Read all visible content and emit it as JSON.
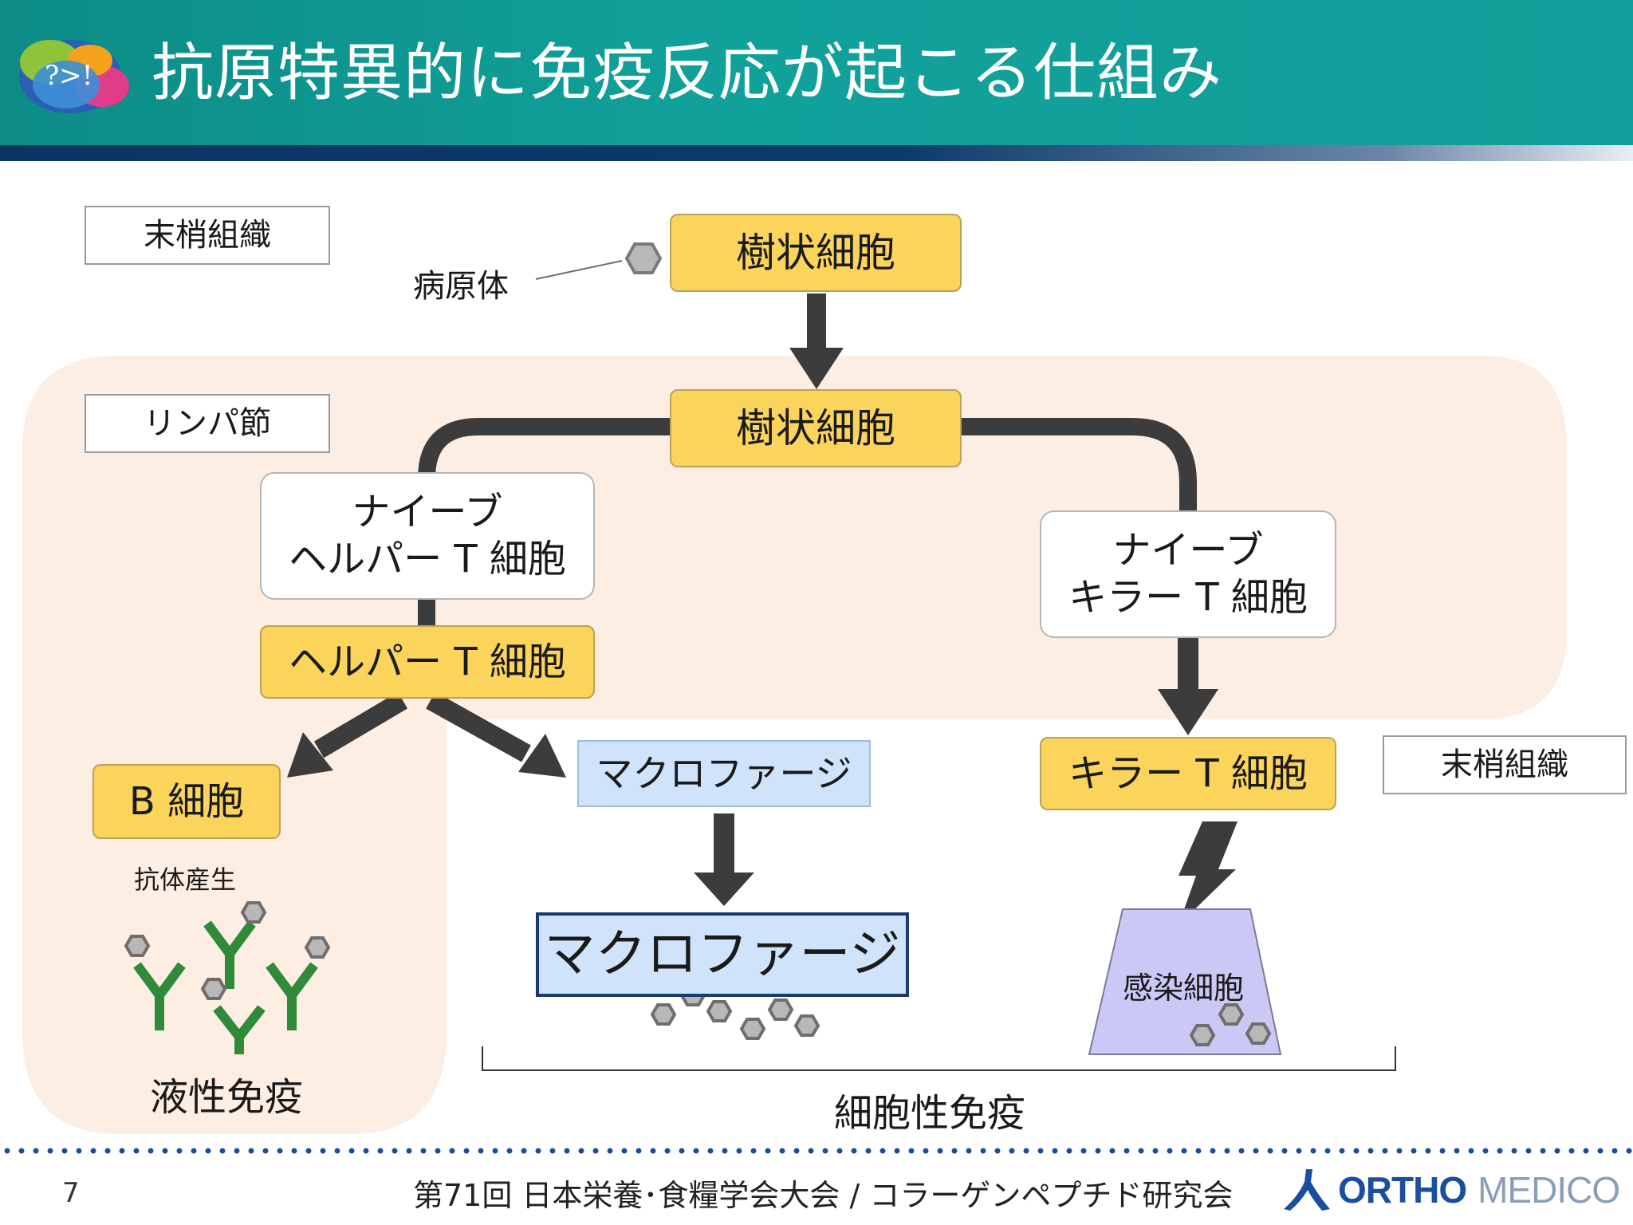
{
  "header": {
    "title": "抗原特異的に免疫反応が起こる仕組み",
    "logo_text": "?>!"
  },
  "colors": {
    "header_teal": "#11a19b",
    "band_navy": "#0d3a6a",
    "lymph_region": "#fdeee3",
    "yellow_box": "#fad45b",
    "blue_box": "#cfe3fb",
    "arrow_dark": "#3c3c3c",
    "antibody_green": "#2f8a3a",
    "infected_cell": "#ccc8f5",
    "footer_dots": "#1c4a9c",
    "brand_blue": "#1a4f9f"
  },
  "labels": {
    "peripheral_tissue_top": "末梢組織",
    "lymph_node": "リンパ節",
    "peripheral_tissue_right": "末梢組織",
    "pathogen": "病原体",
    "antibody_production": "抗体産生",
    "humoral_immunity": "液性免疫",
    "cellular_immunity": "細胞性免疫",
    "infected_cell": "感染細胞"
  },
  "boxes": {
    "dendritic_cell_top": "樹状細胞",
    "dendritic_cell_lymph": "樹状細胞",
    "naive_helper_t": "ナイーブ\nヘルパー T 細胞",
    "helper_t": "ヘルパー T 細胞",
    "naive_killer_t": "ナイーブ\nキラー T 細胞",
    "killer_t": "キラー T 細胞",
    "b_cell": "B 細胞",
    "macrophage_small": "マクロファージ",
    "macrophage_large": "マクロファージ"
  },
  "icons": {
    "pathogen": "hexagon-icon",
    "antibody": "y-shape-antibody-icon",
    "lightning": "lightning-bolt-icon",
    "logo": "speech-bubble-logo-icon",
    "brand": "person-logo-icon"
  },
  "footer": {
    "page_number": "7",
    "conference": "第71回 日本栄養･食糧学会大会 / コラーゲンペプチド研究会",
    "brand_bold": "ORTHO",
    "brand_light": "MEDICO"
  }
}
